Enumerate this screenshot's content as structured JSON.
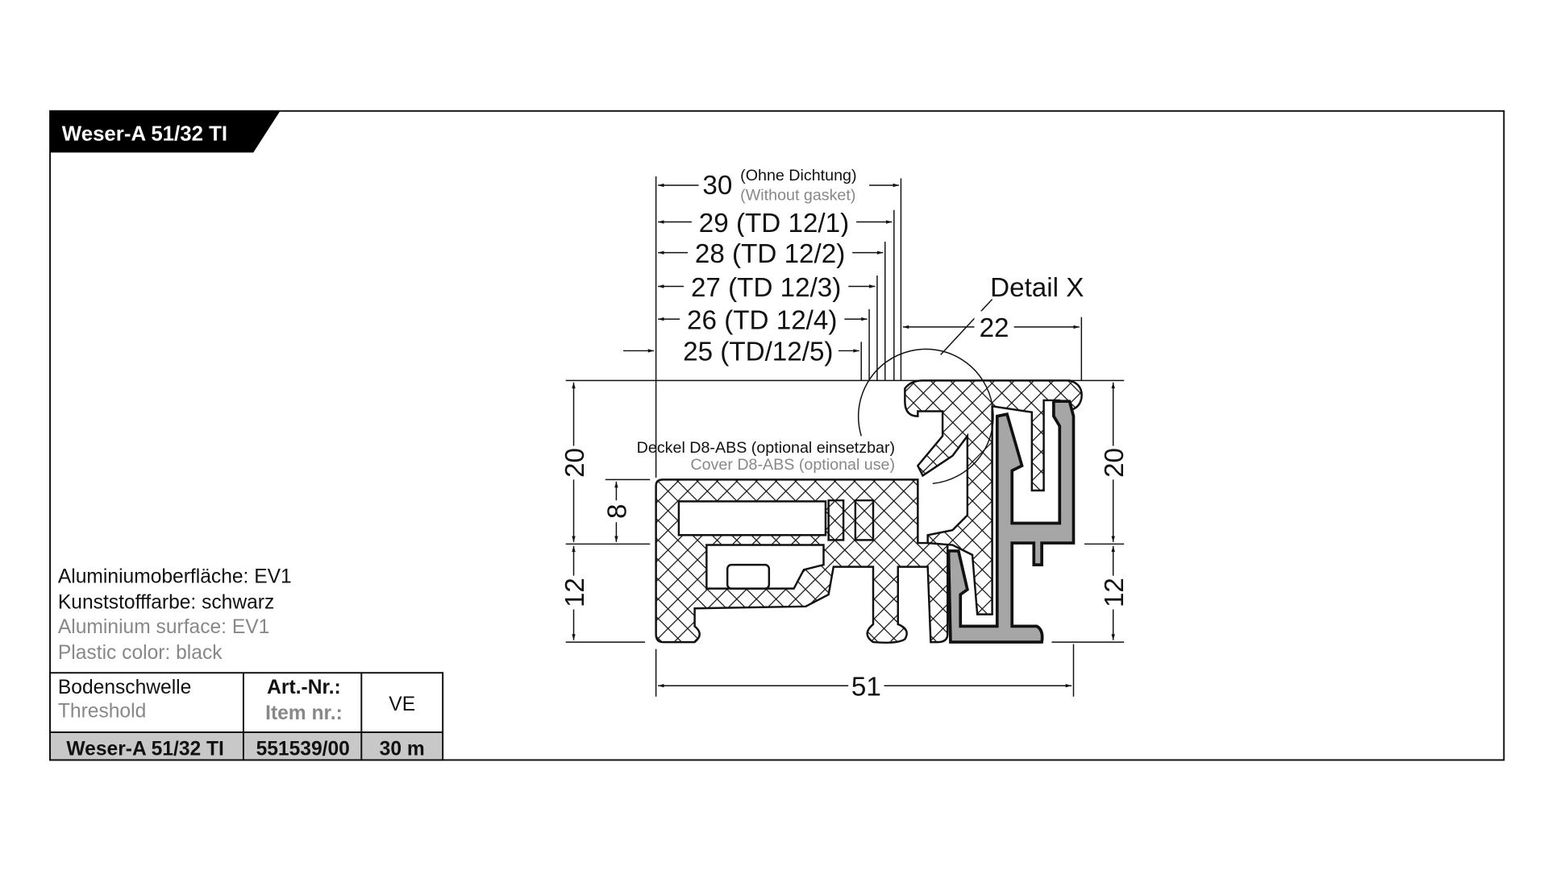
{
  "title": "Weser-A 51/32 TI",
  "notes": [
    {
      "text": "Aluminiumoberfläche: EV1",
      "lang": "de"
    },
    {
      "text": "Kunststofffarbe: schwarz",
      "lang": "de"
    },
    {
      "text": "Aluminium surface: EV1",
      "lang": "en"
    },
    {
      "text": "Plastic color: black",
      "lang": "en"
    }
  ],
  "table": {
    "header": {
      "type_de": "Bodenschwelle",
      "type_en": "Threshold",
      "item_de": "Art.-Nr.:",
      "item_en": "Item nr.:",
      "unit": "VE"
    },
    "row": {
      "name": "Weser-A 51/32 TI",
      "item_nr": "551539/00",
      "unit": "30 m"
    }
  },
  "drawing": {
    "dim_30": "30",
    "dim_30_note_de": "(Ohne Dichtung)",
    "dim_30_note_en": "(Without gasket)",
    "dim_29": "29 (TD 12/1)",
    "dim_28": "28 (TD 12/2)",
    "dim_27": "27 (TD 12/3)",
    "dim_26": "26 (TD 12/4)",
    "dim_25": "25 (TD/12/5)",
    "dim_22": "22",
    "detail_label": "Detail X",
    "cover_de": "Deckel D8-ABS (optional einsetzbar)",
    "cover_en": "Cover D8-ABS (optional use)",
    "left_20": "20",
    "left_12": "12",
    "left_8": "8",
    "right_20": "20",
    "right_12": "12",
    "bottom_51": "51"
  },
  "colors": {
    "title_bg": "#000000",
    "aluminium": "#a6a6a6",
    "table_footer": "#c8c8c8",
    "secondary_text": "#888888"
  }
}
